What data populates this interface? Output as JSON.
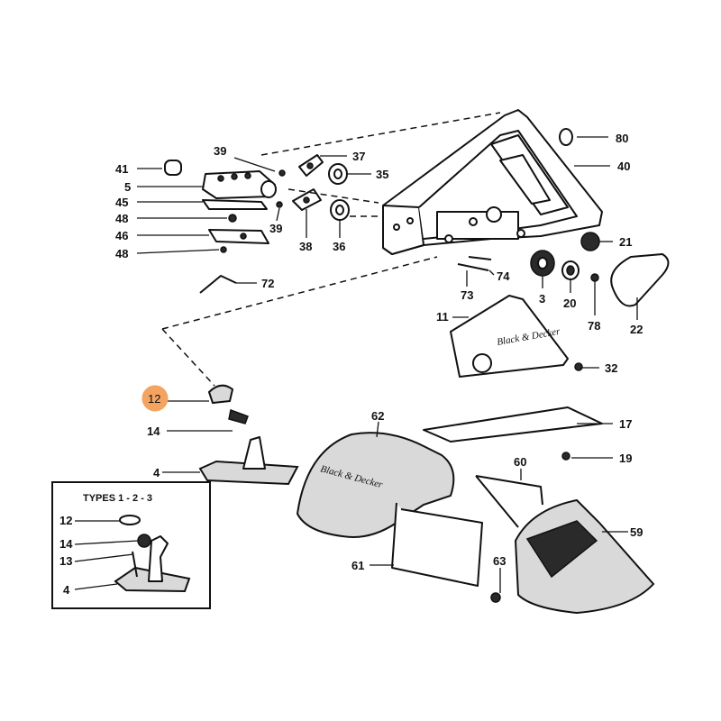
{
  "diagram": {
    "highlight_color": "#f4a460",
    "inset": {
      "title": "TYPES 1 - 2 - 3"
    },
    "brand_texts": [
      "Black & Decker",
      "Black & Decker"
    ],
    "labels": {
      "l80": "80",
      "l40": "40",
      "l39a": "39",
      "l37": "37",
      "l41": "41",
      "l35": "35",
      "l5": "5",
      "l45": "45",
      "l48a": "48",
      "l39b": "39",
      "l46": "46",
      "l48b": "48",
      "l38": "38",
      "l36": "36",
      "l21": "21",
      "l72": "72",
      "l74": "74",
      "l73": "73",
      "l3": "3",
      "l20": "20",
      "l78": "78",
      "l22": "22",
      "l11": "11",
      "l32": "32",
      "l12": "12",
      "l14": "14",
      "l4": "4",
      "l62": "62",
      "l17": "17",
      "l19": "19",
      "l60": "60",
      "l59": "59",
      "l61": "61",
      "l63": "63",
      "i12": "12",
      "i14": "14",
      "i13": "13",
      "i4": "4"
    }
  }
}
